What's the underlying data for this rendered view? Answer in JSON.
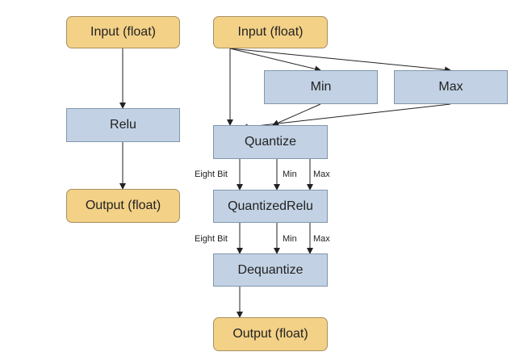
{
  "colors": {
    "io_fill": "#f3d187",
    "op_fill": "#c2d2e4",
    "edge": "#222222"
  },
  "left_graph": {
    "input": "Input (float)",
    "relu": "Relu",
    "output": "Output (float)"
  },
  "right_graph": {
    "input": "Input (float)",
    "min": "Min",
    "max": "Max",
    "quantize": "Quantize",
    "quantized_relu": "QuantizedRelu",
    "dequantize": "Dequantize",
    "output": "Output (float)",
    "edge_labels": {
      "eight_bit_1": "Eight Bit",
      "min_1": "Min",
      "max_1": "Max",
      "eight_bit_2": "Eight Bit",
      "min_2": "Min",
      "max_2": "Max"
    }
  }
}
